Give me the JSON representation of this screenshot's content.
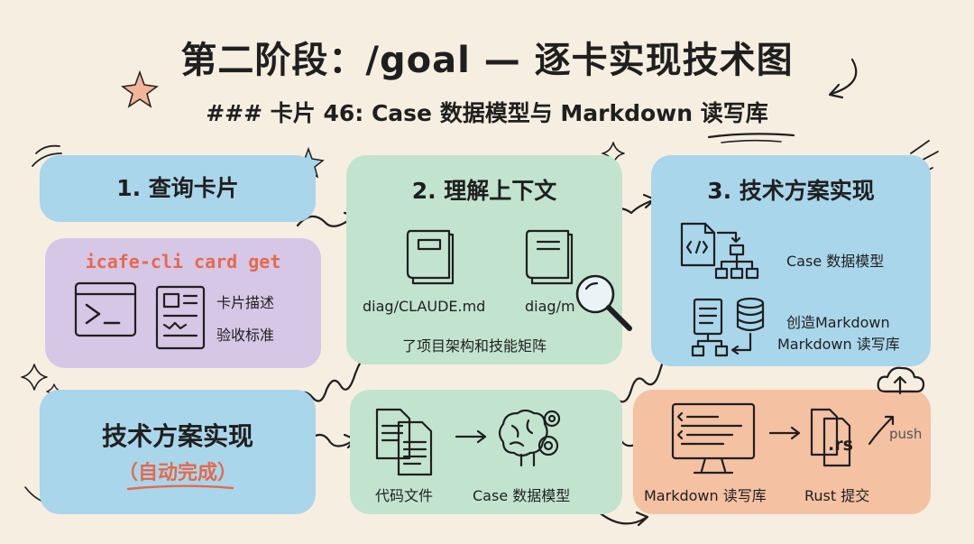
{
  "header": {
    "title": "第二阶段：/goal — 逐卡实现技术图",
    "subtitle": "### 卡片 46: Case 数据模型与 Markdown 读写库"
  },
  "steps": {
    "query": {
      "label": "1. 查询卡片"
    },
    "cli": {
      "command": "icafe-cli card get",
      "items": [
        "卡片描述",
        "验收标准"
      ]
    },
    "context": {
      "label": "2. 理解上下文",
      "doc1": "diag/CLAUDE.md",
      "doc2": "diag/m",
      "caption": "了项目架构和技能矩阵"
    },
    "tech": {
      "label": "3. 技术方案实现",
      "item1": "Case 数据模型",
      "item2_line1": "创造Markdown",
      "item2_line2": "Markdown 读写库"
    },
    "auto": {
      "label": "技术方案实现",
      "sublabel": "（自动完成）"
    },
    "code": {
      "item1": "代码文件",
      "item2": "Case 数据模型"
    },
    "markdown": {
      "item1": "Markdown 读写库",
      "item2": "Rust 提交",
      "file_ext": ".rs",
      "push": "push"
    }
  },
  "colors": {
    "background": "#f6efe1",
    "blue": "#a9d6ea",
    "green": "#c2e4cf",
    "purple": "#d7c7e6",
    "orange": "#f4c1a2",
    "accent_red": "#e46a4f"
  }
}
